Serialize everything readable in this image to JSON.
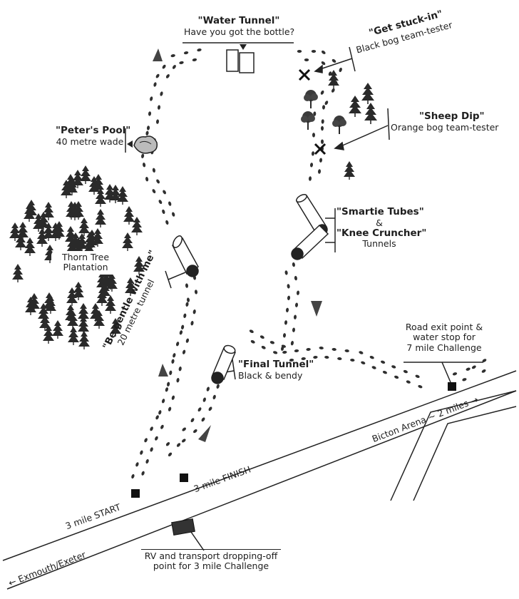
{
  "colors": {
    "ink": "#222222",
    "paper": "#ffffff",
    "tree": "#2a2a2a"
  },
  "labels": {
    "water_tunnel": {
      "title": "\"Water Tunnel\"",
      "sub": "Have you got the bottle?"
    },
    "get_stuck_in": {
      "title": "\"Get stuck-in\"",
      "sub": "Black bog team-tester"
    },
    "sheep_dip": {
      "title": "\"Sheep Dip\"",
      "sub": "Orange bog team-tester"
    },
    "peters_pool": {
      "title": "\"Peter's Pool\"",
      "sub": "40 metre wade"
    },
    "smartie": {
      "line1": "\"Smartie Tubes\"",
      "amp": "&",
      "line2": "\"Knee Cruncher\"",
      "line3": "Tunnels"
    },
    "plantation": {
      "line1": "Thorn Tree",
      "line2": "Plantation"
    },
    "be_gentle": {
      "title": "\"Be gentle with me\"",
      "sub": "20 metre tunnel"
    },
    "road_exit": {
      "line1": "Road exit point &",
      "line2": "water stop for",
      "line3": "7 mile Challenge"
    },
    "final_tunnel": {
      "title": "\"Final Tunnel\"",
      "sub": "Black & bendy"
    },
    "bicton": "Bicton Arena ~ 2 miles",
    "bicton_arrow": "→",
    "finish": "3 mile FINISH",
    "start": "3 mile START",
    "exmouth": "Exmouth/Exeter",
    "exmouth_arrow": "←",
    "rv": {
      "line1": "RV and transport dropping-off",
      "line2": "point for 3 mile Challenge"
    }
  }
}
